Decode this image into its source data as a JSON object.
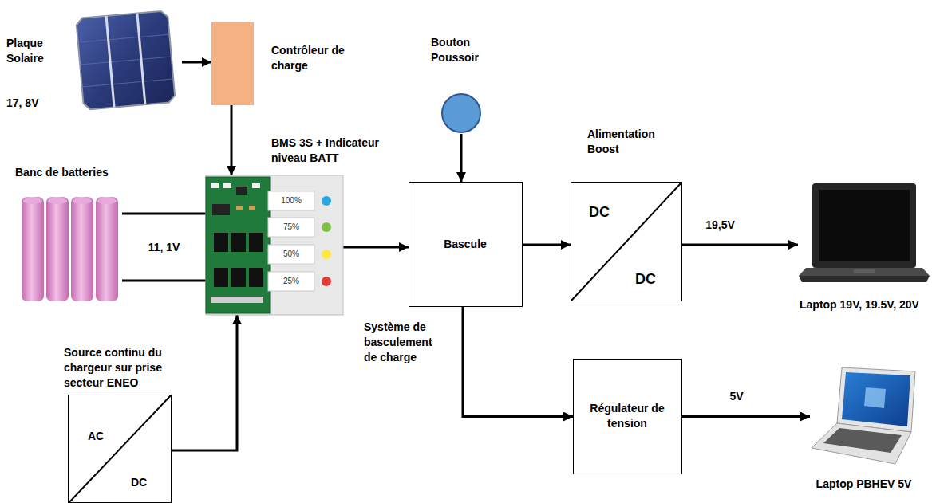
{
  "diagram": {
    "nodes": [
      {
        "text": [
          "Plaque Solaire",
          "17, 8V"
        ]
      },
      {
        "text": [
          "Contrôleur de charge"
        ]
      },
      {
        "text": [
          "Bouton Poussoir"
        ]
      },
      {
        "text": [
          "Banc de batteries"
        ]
      },
      {
        "text": [
          "BMS 3S + Indicateur niveau BATT"
        ]
      },
      {
        "text": [
          "Bascule",
          "Système de basculement de charge"
        ]
      },
      {
        "text": [
          "Alimentation Boost",
          "DC",
          "DC"
        ]
      },
      {
        "text": [
          "Laptop 19V, 19.5V, 20V"
        ]
      },
      {
        "text": [
          "Régulateur de tension"
        ]
      },
      {
        "text": [
          "Source continu du chargeur sur prise secteur ENEO",
          "AC",
          "DC"
        ]
      },
      {
        "text": [
          "Laptop PBHEV 5V"
        ]
      }
    ],
    "edges": [
      {
        "from": 0,
        "to": 1,
        "arrow": "to"
      },
      {
        "from": 1,
        "to": 4,
        "arrow": "to"
      },
      {
        "from": 3,
        "to": 4,
        "arrow": "none",
        "label": "11, 1V"
      },
      {
        "from": 3,
        "to": 4,
        "arrow": "none"
      },
      {
        "from": 9,
        "to": 4,
        "arrow": "to"
      },
      {
        "from": 4,
        "to": 5,
        "arrow": "to"
      },
      {
        "from": 2,
        "to": 5,
        "arrow": "to"
      },
      {
        "from": 5,
        "to": 6,
        "arrow": "to"
      },
      {
        "from": 6,
        "to": 7,
        "arrow": "to",
        "label": "19,5V"
      },
      {
        "from": 5,
        "to": 8,
        "arrow": "to"
      },
      {
        "from": 8,
        "to": 10,
        "arrow": "to",
        "label": "5V"
      }
    ],
    "labels": [
      "100%",
      "75%",
      "50%",
      "25%"
    ]
  }
}
